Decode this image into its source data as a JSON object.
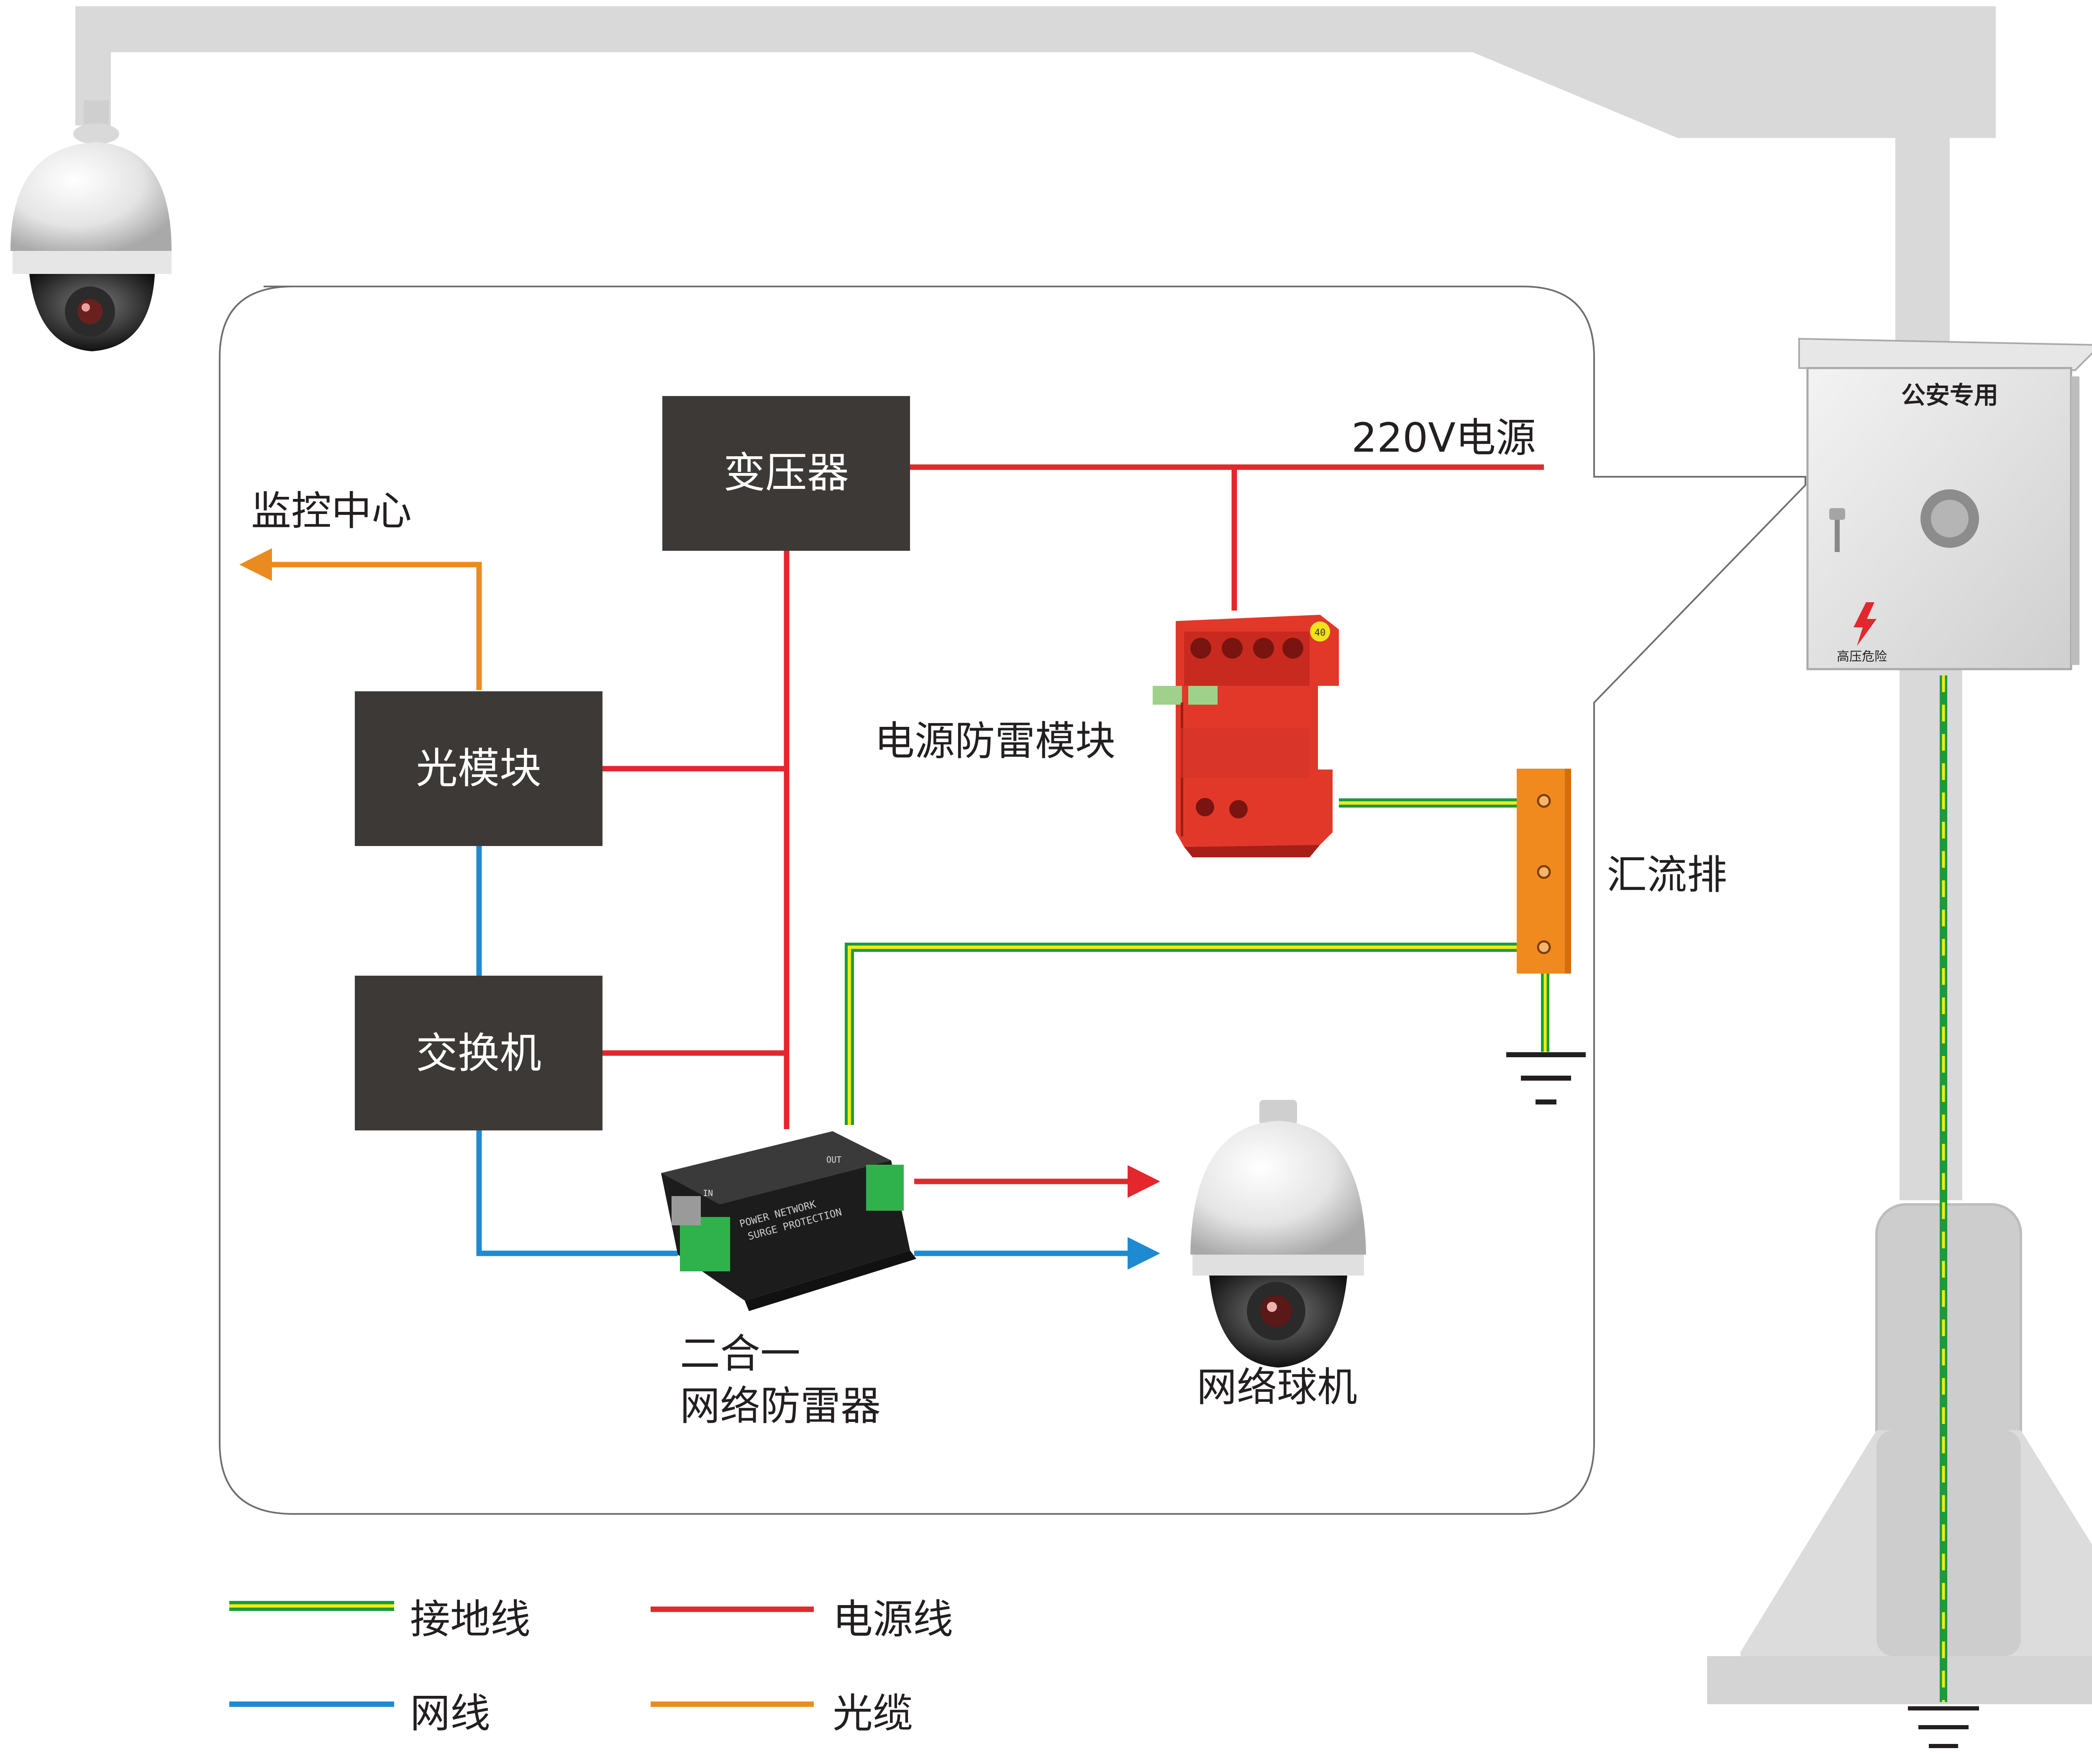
{
  "diagram": {
    "boxes": {
      "transformer": "变压器",
      "optical_module": "光模块",
      "switch": "交换机"
    },
    "labels": {
      "power_source": "220V电源",
      "monitor_center": "监控中心",
      "power_surge_module": "电源防雷模块",
      "busbar": "汇流排",
      "combo_line1": "二合一",
      "combo_line2": "网络防雷器",
      "dome_camera": "网络球机"
    },
    "cabinet": {
      "title": "公安专用",
      "warning": "高压危险"
    },
    "device_print": {
      "surge_top": "OUT",
      "surge_in": "IN",
      "surge_body1": "POWER NETWORK",
      "surge_body2": "SURGE PROTECTION",
      "spd_badge": "40"
    },
    "legend": [
      {
        "label": "接地线",
        "kind": "ground"
      },
      {
        "label": "电源线",
        "kind": "power"
      },
      {
        "label": "网线",
        "kind": "network"
      },
      {
        "label": "光缆",
        "kind": "fiber"
      }
    ],
    "colors": {
      "power": "#e4262d",
      "network": "#1f8ad2",
      "fiber": "#ea8b22",
      "ground_green": "#1a9b3c",
      "ground_yellow": "#f2ea12",
      "box": "#3d3937",
      "pole": "#d9d9d9",
      "spd": "#e2382a",
      "busbar": "#f08a1f"
    }
  }
}
